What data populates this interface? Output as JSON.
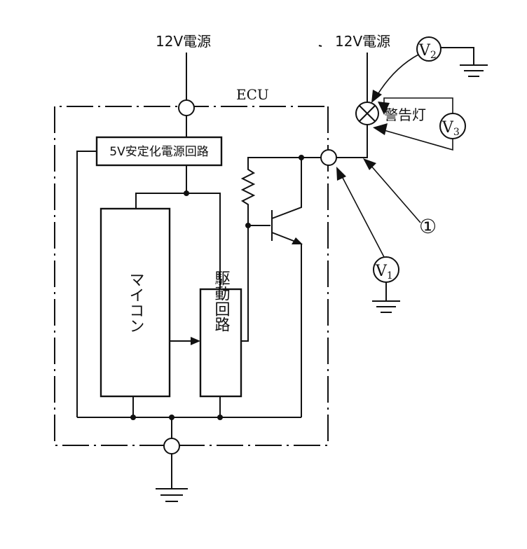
{
  "labels": {
    "power_left": "12V電源",
    "power_right": "12V電源",
    "ecu": "ECU",
    "regulator": "5V安定化電源回路",
    "mcu": "マイコン",
    "driver": "駆動回路",
    "warning_lamp": "警告灯",
    "marker_1": "①"
  },
  "meters": {
    "v1": {
      "letter": "V",
      "sub": "1"
    },
    "v2": {
      "letter": "V",
      "sub": "2"
    },
    "v3": {
      "letter": "V",
      "sub": "3"
    }
  }
}
